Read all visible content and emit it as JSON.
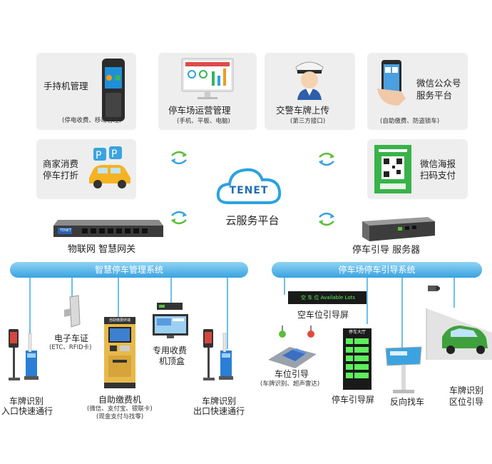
{
  "cards": {
    "handheld": {
      "title": "手持机管理",
      "sub": "(停电收费、移动管理)"
    },
    "operations": {
      "title": "停车场运营管理",
      "sub": "(手机、平板、电脑)"
    },
    "police": {
      "title": "交警车牌上传",
      "sub": "(第三方接口)"
    },
    "wechat_official": {
      "title1": "微信公众号",
      "title2": "服务平台",
      "sub": "(自助缴费、防盗锁车)"
    },
    "merchant": {
      "title1": "商家消费",
      "title2": "停车打折"
    },
    "wechat_pay": {
      "title1": "微信海报",
      "title2": "扫码支付"
    }
  },
  "cloud": {
    "logo": "TENET",
    "label": "云服务平台"
  },
  "gateway": {
    "device_brand": "TENET",
    "label": "物联网 智慧网关"
  },
  "server": {
    "label": "停车引导 服务器"
  },
  "bars": {
    "left": "智慧停车管理系统",
    "right": "停车场停车引导系统"
  },
  "left_items": {
    "entry": {
      "line1": "车牌识别",
      "line2": "入口快速通行"
    },
    "etc": {
      "title": "电子车证",
      "sub": "(ETC、RFID卡)"
    },
    "kiosk": {
      "title": "自助缴费机",
      "sub1": "(微信、支付宝、银联卡)",
      "sub2": "(现金支付与找零)",
      "screen_text": "自助缴费终端"
    },
    "booth": {
      "line1": "专用收费",
      "line2": "机顶盒"
    },
    "exit": {
      "line1": "车牌识别",
      "line2": "出口快速通行"
    }
  },
  "right_items": {
    "space_screen": {
      "label": "空车位引导屏",
      "display": "空 车 位 Available Lots"
    },
    "space_guide": {
      "title": "车位引导",
      "sub": "(车牌识别、超声雷达)"
    },
    "guide_screen": {
      "label": "停车引导屏",
      "header": "停车大厅"
    },
    "reverse": {
      "label": "反向找车"
    },
    "zone": {
      "line1": "车牌识别",
      "line2": "区位引导"
    }
  },
  "colors": {
    "bar": "#3aa3e0",
    "line": "#6cc0ea",
    "card": "#eeeeee",
    "arrow": "#5cbf3c"
  }
}
